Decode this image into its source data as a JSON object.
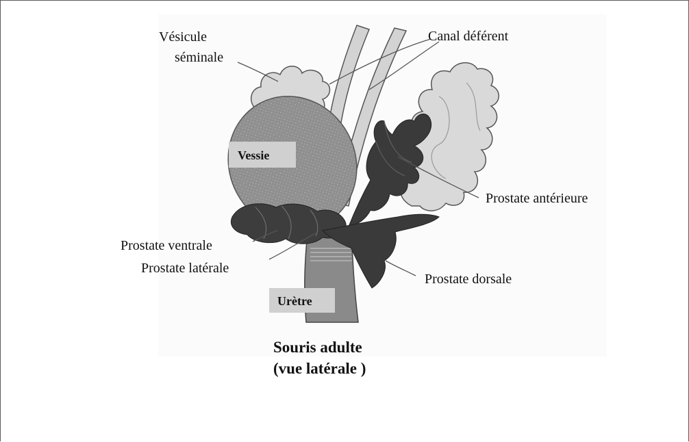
{
  "labels": {
    "vesicule_line1": "Vésicule",
    "vesicule_line2": "séminale",
    "canal_deferent": "Canal déférent",
    "vessie": "Vessie",
    "prostate_anterieure": "Prostate antérieure",
    "prostate_ventrale": "Prostate ventrale",
    "prostate_laterale": "Prostate latérale",
    "prostate_dorsale": "Prostate dorsale",
    "uretre": "Urètre"
  },
  "caption": {
    "line1": "Souris adulte",
    "line2": "(vue latérale )"
  },
  "colors": {
    "vesicle": "#d9d9d9",
    "bladder": "#8c8c8c",
    "prostate": "#3a3a3a",
    "urethra": "#8a8a8a",
    "label_box": "#d0d0d0"
  }
}
